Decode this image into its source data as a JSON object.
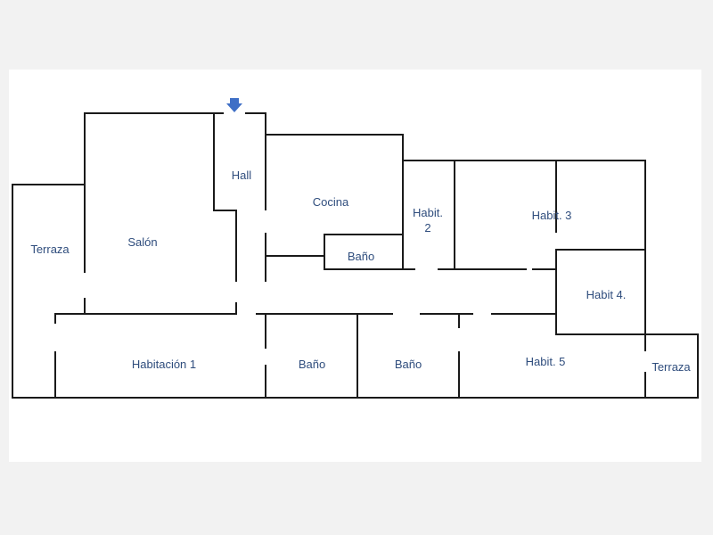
{
  "floorplan": {
    "rooms": {
      "terraza_left": "Terraza",
      "salon": "Salón",
      "hall": "Hall",
      "cocina": "Cocina",
      "habit2_line1": "Habit.",
      "habit2_line2": "2",
      "habit3": "Habit. 3",
      "bano_kitchen": "Baño",
      "habit4": "Habit 4.",
      "habitacion1": "Habitación 1",
      "bano_mid": "Baño",
      "bano_right": "Baño",
      "habit5": "Habit. 5",
      "terraza_right": "Terraza"
    },
    "colors": {
      "walls": "#1a1a1a",
      "labels": "#2f4d7d",
      "entrance_arrow": "#3f6fc6",
      "background": "#f2f2f2",
      "sheet": "#ffffff"
    },
    "icons": {
      "entrance": "arrow-down-icon"
    }
  }
}
